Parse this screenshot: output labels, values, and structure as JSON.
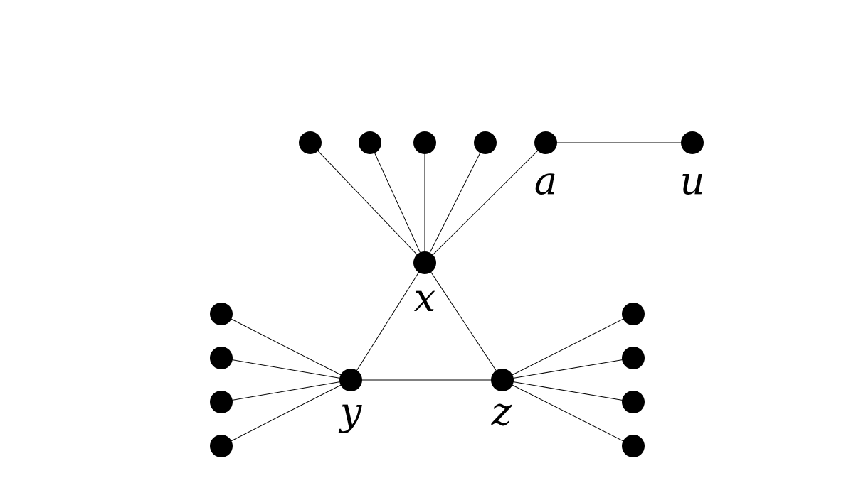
{
  "diagram": {
    "labels": {
      "x": "x",
      "y": "y",
      "z": "z",
      "a": "a",
      "u": "u"
    },
    "edges": [
      [
        "x",
        "y"
      ],
      [
        "x",
        "z"
      ],
      [
        "y",
        "z"
      ],
      [
        "x",
        "t1"
      ],
      [
        "x",
        "t2"
      ],
      [
        "x",
        "t3"
      ],
      [
        "x",
        "t4"
      ],
      [
        "x",
        "a"
      ],
      [
        "a",
        "u"
      ],
      [
        "y",
        "yl1"
      ],
      [
        "y",
        "yl2"
      ],
      [
        "y",
        "yl3"
      ],
      [
        "y",
        "yl4"
      ],
      [
        "z",
        "zl1"
      ],
      [
        "z",
        "zl2"
      ],
      [
        "z",
        "zl3"
      ],
      [
        "z",
        "zl4"
      ]
    ]
  }
}
